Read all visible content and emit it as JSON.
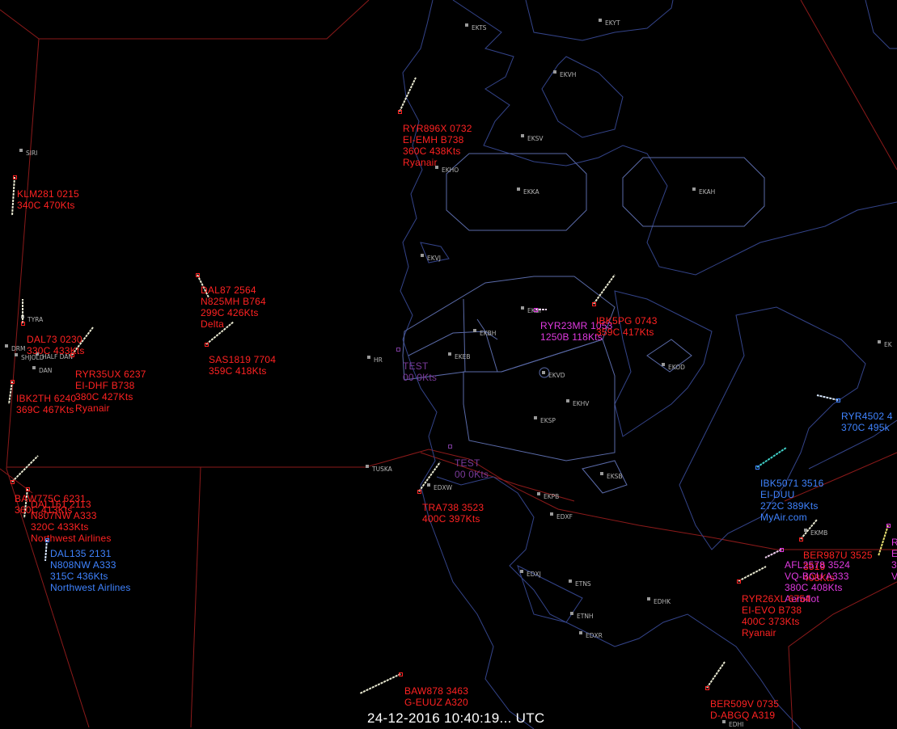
{
  "colors": {
    "background": "#000000",
    "coast": "#3a4a86",
    "airspace": "#5a6aa8",
    "fir_boundary": "#8c1a1a",
    "fix": "#9a9a9a",
    "red": "#ff2222",
    "blue": "#3f83ff",
    "magenta": "#e03ae0",
    "purple": "#7a3a9a"
  },
  "fixes": [
    {
      "id": "EKTS",
      "icon": "fix-square-icon"
    },
    {
      "id": "EKYT",
      "icon": "fix-square-icon"
    },
    {
      "id": "EKVH",
      "icon": "fix-square-icon"
    },
    {
      "id": "EKSV",
      "icon": "fix-square-icon"
    },
    {
      "id": "EKHO",
      "icon": "fix-square-icon"
    },
    {
      "id": "EKKA",
      "icon": "fix-square-icon"
    },
    {
      "id": "EKAH",
      "icon": "fix-square-icon"
    },
    {
      "id": "EKVJ",
      "icon": "fix-square-icon"
    },
    {
      "id": "EKBI",
      "icon": "fix-square-icon"
    },
    {
      "id": "EKBH",
      "icon": "fix-square-icon"
    },
    {
      "id": "EKEB",
      "icon": "fix-square-icon"
    },
    {
      "id": "EKVD",
      "icon": "fix-square-icon"
    },
    {
      "id": "EKOD",
      "icon": "fix-square-icon"
    },
    {
      "id": "EKHV",
      "icon": "fix-square-icon"
    },
    {
      "id": "EKSP",
      "icon": "fix-square-icon"
    },
    {
      "id": "EKSB",
      "icon": "fix-square-icon"
    },
    {
      "id": "EKPB",
      "icon": "fix-square-icon"
    },
    {
      "id": "EDXF",
      "icon": "fix-square-icon"
    },
    {
      "id": "EDXW",
      "icon": "fix-square-icon"
    },
    {
      "id": "TUSKA",
      "icon": "fix-square-icon"
    },
    {
      "id": "HR",
      "icon": "fix-square-icon"
    },
    {
      "id": "SIRI",
      "icon": "fix-square-icon"
    },
    {
      "id": "TYRA",
      "icon": "fix-square-icon"
    },
    {
      "id": "DRM",
      "icon": "fix-square-icon"
    },
    {
      "id": "SHJOLD",
      "icon": "fix-square-icon"
    },
    {
      "id": "HALF DAN",
      "icon": "fix-square-icon"
    },
    {
      "id": "DAN",
      "icon": "fix-square-icon"
    },
    {
      "id": "EKMB",
      "icon": "fix-square-icon"
    },
    {
      "id": "EDXJ",
      "icon": "fix-square-icon"
    },
    {
      "id": "ETNS",
      "icon": "fix-square-icon"
    },
    {
      "id": "ETNH",
      "icon": "fix-square-icon"
    },
    {
      "id": "EDXR",
      "icon": "fix-square-icon"
    },
    {
      "id": "EDHK",
      "icon": "fix-square-icon"
    },
    {
      "id": "EDHI",
      "icon": "fix-square-icon"
    },
    {
      "id": "EK",
      "icon": "fix-square-icon"
    }
  ],
  "aircraft": [
    {
      "color": "red",
      "lines": [
        "RYR896X 0732",
        "EI-EMH B738",
        "360C 438Kts",
        "Ryanair"
      ]
    },
    {
      "color": "red",
      "lines": [
        "KLM281 0215",
        "340C 470Kts"
      ]
    },
    {
      "color": "red",
      "lines": [
        "DAL87 2564",
        "N825MH B764",
        "299C 426Kts",
        "Delta"
      ]
    },
    {
      "color": "red",
      "lines": [
        "SAS1819 7704",
        "359C 418Kts"
      ]
    },
    {
      "color": "red",
      "lines": [
        "DAL73 0230",
        "330C 433Kts"
      ]
    },
    {
      "color": "red",
      "lines": [
        "RYR35UX 6237",
        "EI-DHF B738",
        "380C 427Kts",
        "Ryanair"
      ]
    },
    {
      "color": "red",
      "lines": [
        "IBK2TH 6240",
        "369C 467Kts"
      ]
    },
    {
      "color": "red",
      "lines": [
        "BAW775C 6231",
        "360C 413Kts"
      ]
    },
    {
      "color": "red",
      "lines": [
        "DAL161 2113",
        "N807NW A333",
        "320C 433Kts",
        "Northwest Airlines"
      ]
    },
    {
      "color": "blue",
      "lines": [
        "DAL135 2131",
        "N808NW A333",
        "315C 436Kts",
        "Northwest Airlines"
      ]
    },
    {
      "color": "magenta",
      "lines": [
        "RYR23MR 1053",
        "1250B 118Kts"
      ]
    },
    {
      "color": "red",
      "lines": [
        "IBK5PG 0743",
        "359C 417Kts"
      ]
    },
    {
      "color": "purple",
      "lines": [
        "TEST",
        "00 0Kts"
      ]
    },
    {
      "color": "purple",
      "lines": [
        "TEST",
        "00 0Kts"
      ]
    },
    {
      "color": "red",
      "lines": [
        "TRA738 3523",
        "400C 397Kts"
      ]
    },
    {
      "color": "blue",
      "lines": [
        "RYR4502 4",
        "370C 495k"
      ]
    },
    {
      "color": "blue",
      "lines": [
        "IBK5071 3516",
        "EI-DUU",
        "272C 389Kts",
        "MyAir.com"
      ]
    },
    {
      "color": "red",
      "lines": [
        "BER987U 3525",
        "3519",
        "408Kts"
      ]
    },
    {
      "color": "magenta",
      "lines": [
        "AFL2578 3524",
        "VQ-BCU A333",
        "380C 408Kts",
        "Aeroflot"
      ]
    },
    {
      "color": "red",
      "lines": [
        "RYR26XL 6754",
        "EI-EVO B738",
        "400C 373Kts",
        "Ryanair"
      ]
    },
    {
      "color": "red",
      "lines": [
        "BAW878 3463",
        "G-EUUZ A320"
      ]
    },
    {
      "color": "red",
      "lines": [
        "BER509V 0735",
        "D-ABGQ A319"
      ]
    },
    {
      "color": "magenta",
      "lines": [
        "R",
        "E",
        "3",
        "V"
      ]
    }
  ],
  "clock": {
    "text": "24-12-2016 10:40:19... UTC"
  }
}
